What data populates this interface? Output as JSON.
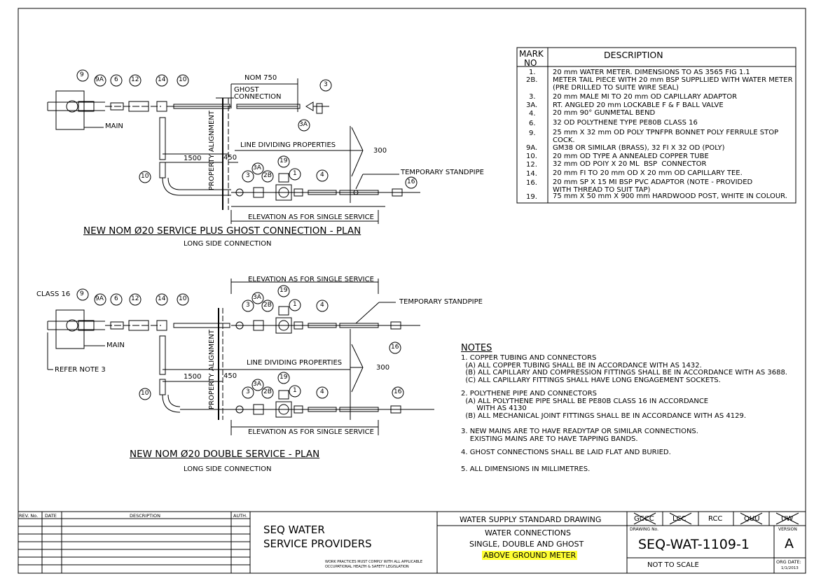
{
  "plan1": {
    "title": "NEW NOM Ø20 SERVICE PLUS GHOST CONNECTION - PLAN",
    "subtitle": "LONG SIDE CONNECTION",
    "labels": {
      "nom750": "NOM 750",
      "ghost1": "GHOST",
      "ghost2": "CONNECTION",
      "main": "MAIN",
      "line_dividing": "LINE DIVIDING PROPERTIES",
      "dim300": "300",
      "dim1500": "1500",
      "dim450": "450",
      "property_alignment": "PROPERTY ALIGNMENT",
      "temp_standpipe": "TEMPORARY STANDPIPE",
      "elevation": "ELEVATION AS FOR SINGLE SERVICE"
    },
    "balloons": [
      "9",
      "9A",
      "6",
      "12",
      "14",
      "10",
      "3",
      "3A",
      "10",
      "3",
      "3A",
      "2B",
      "19",
      "1",
      "4",
      "16"
    ]
  },
  "plan2": {
    "title": "NEW NOM Ø20 DOUBLE SERVICE - PLAN",
    "subtitle": "LONG SIDE CONNECTION",
    "labels": {
      "class16": "CLASS 16",
      "main": "MAIN",
      "refer_note": "REFER NOTE 3",
      "elevation_top": "ELEVATION AS FOR SINGLE SERVICE",
      "elevation_bottom": "ELEVATION AS FOR SINGLE SERVICE",
      "temp_standpipe": "TEMPORARY STANDPIPE",
      "line_dividing": "LINE DIVIDING PROPERTIES",
      "dim300": "300",
      "dim1500": "1500",
      "dim450": "450",
      "property_alignment": "PROPERTY ALIGNMENT"
    },
    "balloons": [
      "9",
      "9A",
      "6",
      "12",
      "14",
      "10",
      "3",
      "3A",
      "2B",
      "19",
      "1",
      "4",
      "16",
      "10",
      "3",
      "3A",
      "2B",
      "19",
      "1",
      "4",
      "16"
    ]
  },
  "legend": {
    "col_mark": "MARK NO",
    "col_mark_1": "MARK",
    "col_mark_2": "NO",
    "col_desc": "DESCRIPTION",
    "rows": [
      {
        "mark": "1.",
        "desc": "20 mm WATER METER. DIMENSIONS TO AS 3565 FIG 1.1"
      },
      {
        "mark": "2B.",
        "desc": "METER TAIL PIECE WITH 20 mm BSP SUPPLLIED WITH WATER METER\n(PRE DRILLED TO SUITE WIRE SEAL)"
      },
      {
        "mark": "3.",
        "desc": "20 mm MALE MI TO 20 mm OD CAPILLARY ADAPTOR"
      },
      {
        "mark": "3A.",
        "desc": "RT. ANGLED 20 mm LOCKABLE F & F BALL VALVE"
      },
      {
        "mark": "4.",
        "desc": "20 mm 90° GUNMETAL BEND"
      },
      {
        "mark": "6.",
        "desc": "32 OD POLYTHENE TYPE PE80B CLASS 16"
      },
      {
        "mark": "9.",
        "desc": "25 mm X 32 mm OD POLY TPNFPR BONNET POLY FERRULE STOP\nCOCK."
      },
      {
        "mark": "9A.",
        "desc": "GM38 OR SIMILAR (BRASS), 32 FI X 32 OD (POLY)"
      },
      {
        "mark": "10.",
        "desc": "20 mm OD TYPE A ANNEALED COPPER TUBE"
      },
      {
        "mark": "12.",
        "desc": "32 mm OD POIY X 20 ML  BSP  CONNECTOR"
      },
      {
        "mark": "14.",
        "desc": "20 mm FI TO 20 mm OD X 20 mm OD CAPILLARY TEE."
      },
      {
        "mark": "16.",
        "desc": "20 mm SP X 15 MI BSP PVC ADAPTOR (NOTE - PROVIDED\nWITH THREAD TO SUIT TAP)"
      },
      {
        "mark": "19.",
        "desc": "75 mm X 50 mm X 900 mm HARDWOOD POST, WHITE IN COLOUR."
      }
    ]
  },
  "notes": {
    "heading": "NOTES",
    "items": [
      "1. COPPER TUBING AND CONNECTORS\n  (A) ALL COPPER TUBING SHALL BE IN ACCORDANCE WITH AS 1432.\n  (B) ALL CAPILLARY AND COMPRESSION FITTINGS SHALL BE IN ACCORDANCE WITH AS 3688.\n  (C) ALL CAPILLARY FITTINGS SHALL HAVE LONG ENGAGEMENT SOCKETS.",
      "2. POLYTHENE PIPE AND CONNECTORS\n  (A) ALL POLYTHENE PIPE SHALL BE PE80B CLASS 16 IN ACCORDANCE\n       WITH AS 4130\n  (B) ALL MECHANICAL JOINT FITTINGS SHALL BE IN ACCORDANCE WITH AS 4129.",
      "3. NEW MAINS ARE TO HAVE READYTAP OR SIMILAR CONNECTIONS.\n    EXISTING MAINS ARE TO HAVE TAPPING BANDS.",
      "4. GHOST CONNECTIONS SHALL BE LAID FLAT AND BURIED.",
      "5. ALL DIMENSIONS IN MILLIMETRES."
    ]
  },
  "title_block": {
    "rev_headers": {
      "rev": "REV. No.",
      "date": "DATE",
      "description": "DESCRIPTION",
      "auth": "AUTH."
    },
    "company_line1": "SEQ WATER",
    "company_line2": "SERVICE PROVIDERS",
    "compliance_line1": "WORK PRACTICES MUST COMPLY WITH ALL APPLICABLE",
    "compliance_line2": "OCCUPATIONAL HEALTH & SAFETY LEGISLATION",
    "standard": "WATER SUPPLY STANDARD DRAWING",
    "drawing_title_1": "WATER CONNECTIONS",
    "drawing_title_2": "SINGLE, DOUBLE AND GHOST",
    "drawing_title_3": "ABOVE GROUND METER",
    "highlight_color": "#ffff33",
    "councils": [
      "GCCC",
      "LCC",
      "RCC",
      "QUU",
      "UW"
    ],
    "councils_struck": [
      "GCCC",
      "LCC",
      "QUU",
      "UW"
    ],
    "drawing_no_label": "DRAWING No.",
    "drawing_no": "SEQ-WAT-1109-1",
    "version_label": "VERSION",
    "version": "A",
    "scale": "NOT TO SCALE",
    "org_date_label": "ORG DATE:",
    "org_date": "1/1/2013"
  }
}
